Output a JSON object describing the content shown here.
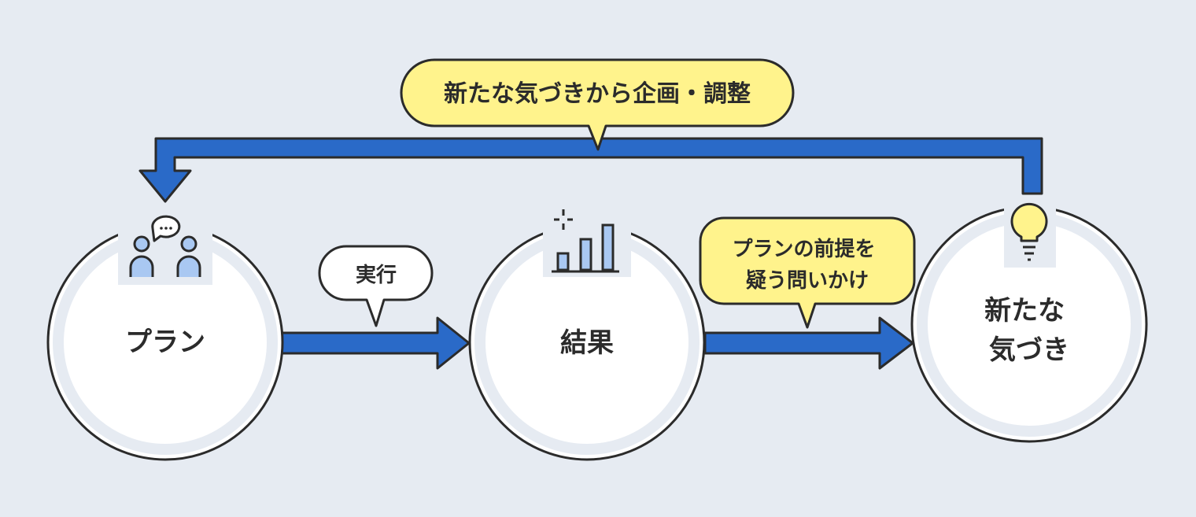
{
  "colors": {
    "background": "#e6ebf2",
    "arrow": "#2a6ac8",
    "outline": "#2b2b2b",
    "node_ring": "#e6ebf2",
    "node_fill": "#ffffff",
    "bubble_yellow": "#fff38c",
    "bubble_white": "#ffffff",
    "icon_fill": "#a9c8f2"
  },
  "nodes": {
    "plan": {
      "label": "プラン",
      "icon": "people-chat-icon"
    },
    "result": {
      "label": "結果",
      "icon": "bar-chart-icon"
    },
    "insight": {
      "lines": [
        "新たな",
        "気づき"
      ],
      "icon": "lightbulb-icon"
    }
  },
  "bubbles": {
    "feedback": {
      "text": "新たな気づきから企画・調整"
    },
    "execute": {
      "text": "実行"
    },
    "question": {
      "lines": [
        "プランの前提を",
        "疑う問いかけ"
      ]
    }
  }
}
